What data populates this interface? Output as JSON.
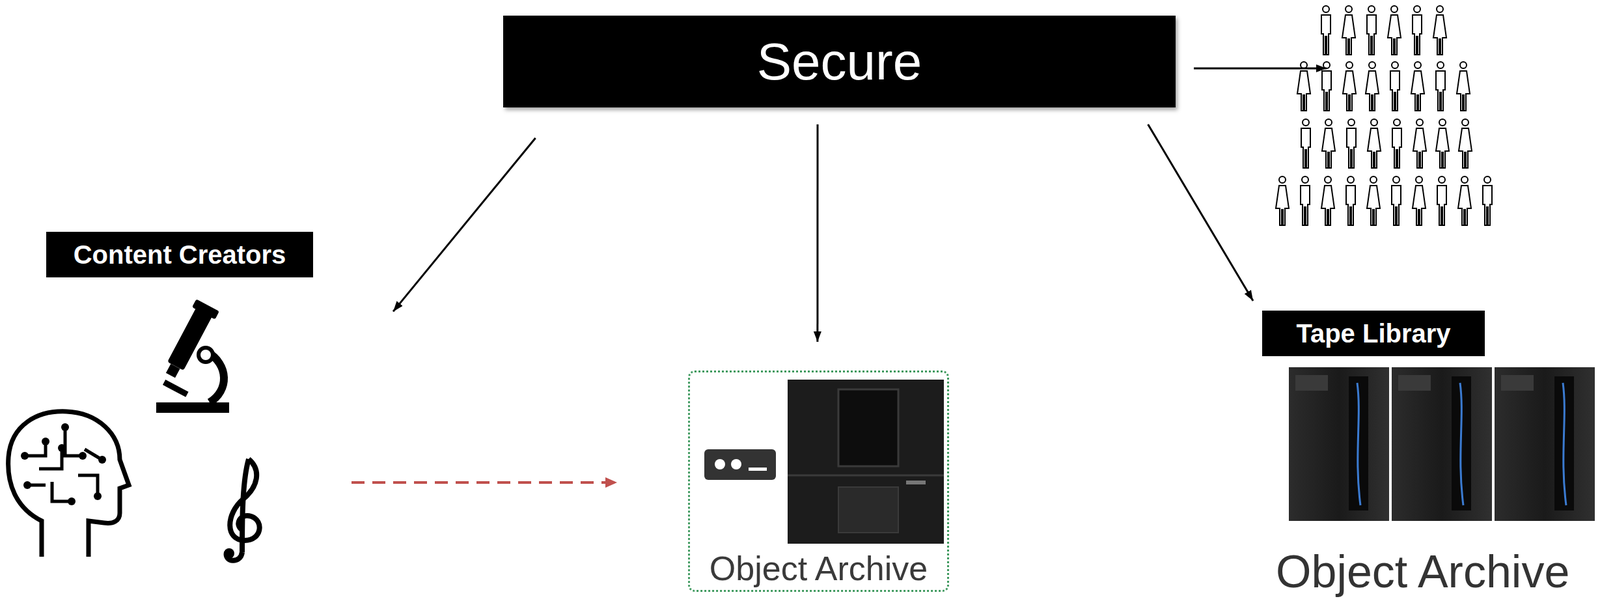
{
  "diagram": {
    "nodes": [
      {
        "text": [
          "Secure"
        ]
      },
      {
        "text": [
          "Content Creators"
        ]
      },
      {
        "text": [
          "Object Archive"
        ]
      },
      {
        "text": [
          "Tape Library"
        ]
      }
    ],
    "edges": [
      {
        "from": 0,
        "to": 1,
        "arrow": "to"
      },
      {
        "from": 0,
        "to": 2,
        "arrow": "to"
      },
      {
        "from": 0,
        "to": 3,
        "arrow": "to"
      },
      {
        "from": 1,
        "to": 2,
        "arrow": "to"
      }
    ],
    "labels": [
      "Object Archive"
    ]
  }
}
